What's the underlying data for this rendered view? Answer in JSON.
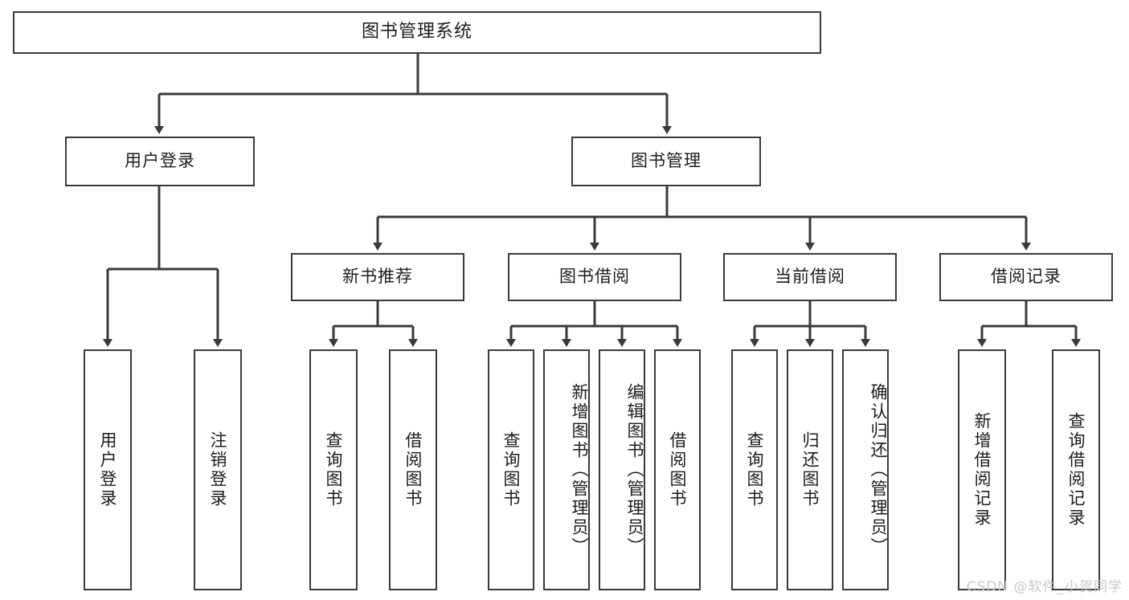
{
  "diagram": {
    "title": "图书管理系统",
    "type": "tree-hierarchy-chart",
    "stroke_color": "#3a3a3a",
    "fill_color": "#ffffff",
    "text_color": "#1c1c1c",
    "root": {
      "label": "图书管理系统"
    },
    "level2": [
      {
        "label": "用户登录"
      },
      {
        "label": "图书管理"
      }
    ],
    "level3": [
      {
        "label": "新书推荐"
      },
      {
        "label": "图书借阅"
      },
      {
        "label": "当前借阅"
      },
      {
        "label": "借阅记录"
      }
    ],
    "leaves": {
      "user_login": [
        {
          "label": "用户登录"
        },
        {
          "label": "注销登录"
        }
      ],
      "new_book_recommend": [
        {
          "label": "查询图书"
        },
        {
          "label": "借阅图书"
        }
      ],
      "book_borrow": [
        {
          "label": "查询图书"
        },
        {
          "label": "新增图书（管理员）"
        },
        {
          "label": "编辑图书（管理员）"
        },
        {
          "label": "借阅图书"
        }
      ],
      "current_borrow": [
        {
          "label": "查询图书"
        },
        {
          "label": "归还图书"
        },
        {
          "label": "确认归还（管理员）"
        }
      ],
      "borrow_record": [
        {
          "label": "新增借阅记录"
        },
        {
          "label": "查询借阅记录"
        }
      ]
    }
  },
  "watermark": {
    "text": "CSDN @软件_小贺同学"
  }
}
